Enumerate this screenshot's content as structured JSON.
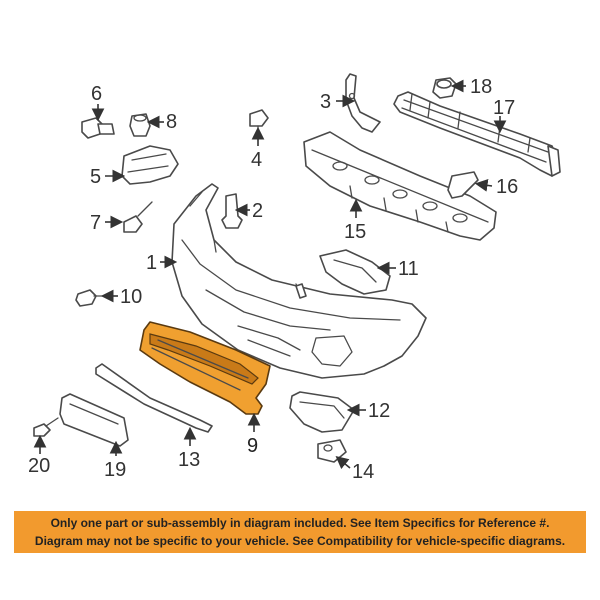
{
  "callouts": {
    "c1": "1",
    "c2": "2",
    "c3": "3",
    "c4": "4",
    "c5": "5",
    "c6": "6",
    "c7": "7",
    "c8": "8",
    "c9": "9",
    "c10": "10",
    "c11": "11",
    "c12": "12",
    "c13": "13",
    "c14": "14",
    "c15": "15",
    "c16": "16",
    "c17": "17",
    "c18": "18",
    "c19": "19",
    "c20": "20"
  },
  "highlighted_part": "9",
  "colors": {
    "highlight": "#f0a030",
    "banner": "#f29a2e",
    "line": "#4a4a4a"
  },
  "notice": {
    "line1": "Only one part or sub-assembly in diagram included. See Item Specifics for Reference #.",
    "line2": "Diagram may not be specific to your vehicle. See Compatibility for vehicle-specific diagrams."
  }
}
